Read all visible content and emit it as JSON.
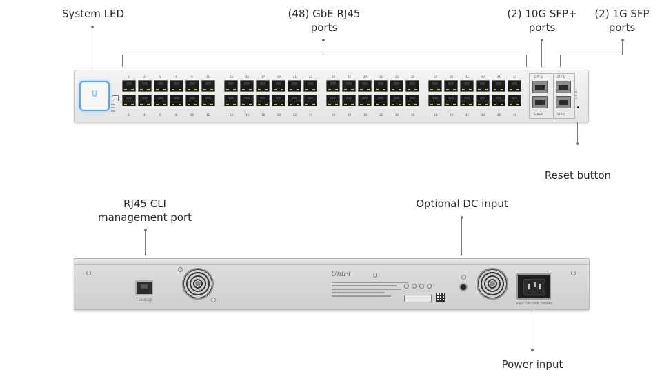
{
  "callouts": {
    "system_led": "System LED",
    "rj45_ports": "(48) GbE RJ45\nports",
    "sfp_plus_ports": "(2) 10G SFP+\nports",
    "sfp_ports": "(2) 1G SFP\nports",
    "reset_button": "Reset button",
    "rj45_cli": "RJ45 CLI\nmanagement port",
    "dc_input": "Optional DC input",
    "power_input": "Power input"
  },
  "front_panel": {
    "top_numbers_g1": [
      "1",
      "3",
      "5",
      "7",
      "9",
      "11"
    ],
    "bottom_numbers_g1": [
      "2",
      "4",
      "6",
      "8",
      "10",
      "12"
    ],
    "top_numbers_g2": [
      "13",
      "15",
      "17",
      "19",
      "21",
      "23"
    ],
    "bottom_numbers_g2": [
      "14",
      "16",
      "18",
      "20",
      "22",
      "24"
    ],
    "top_numbers_g3": [
      "25",
      "27",
      "29",
      "31",
      "33",
      "35"
    ],
    "bottom_numbers_g3": [
      "26",
      "28",
      "30",
      "32",
      "34",
      "36"
    ],
    "top_numbers_g4": [
      "37",
      "39",
      "41",
      "43",
      "45",
      "47"
    ],
    "bottom_numbers_g4": [
      "38",
      "40",
      "42",
      "44",
      "46",
      "48"
    ],
    "sfp_plus_top": "SFP+1",
    "sfp_plus_bottom": "SFP+2",
    "sfp_top": "SFP 1",
    "sfp_bottom": "SFP 2"
  },
  "rear_panel": {
    "console_label": "CONSOLE",
    "brand": "UniFi",
    "power_rating": "Input: 100-240V, 50/60Hz"
  },
  "colors": {
    "led_blue": "#5aa9ee",
    "link_green": "#7bd34a"
  }
}
